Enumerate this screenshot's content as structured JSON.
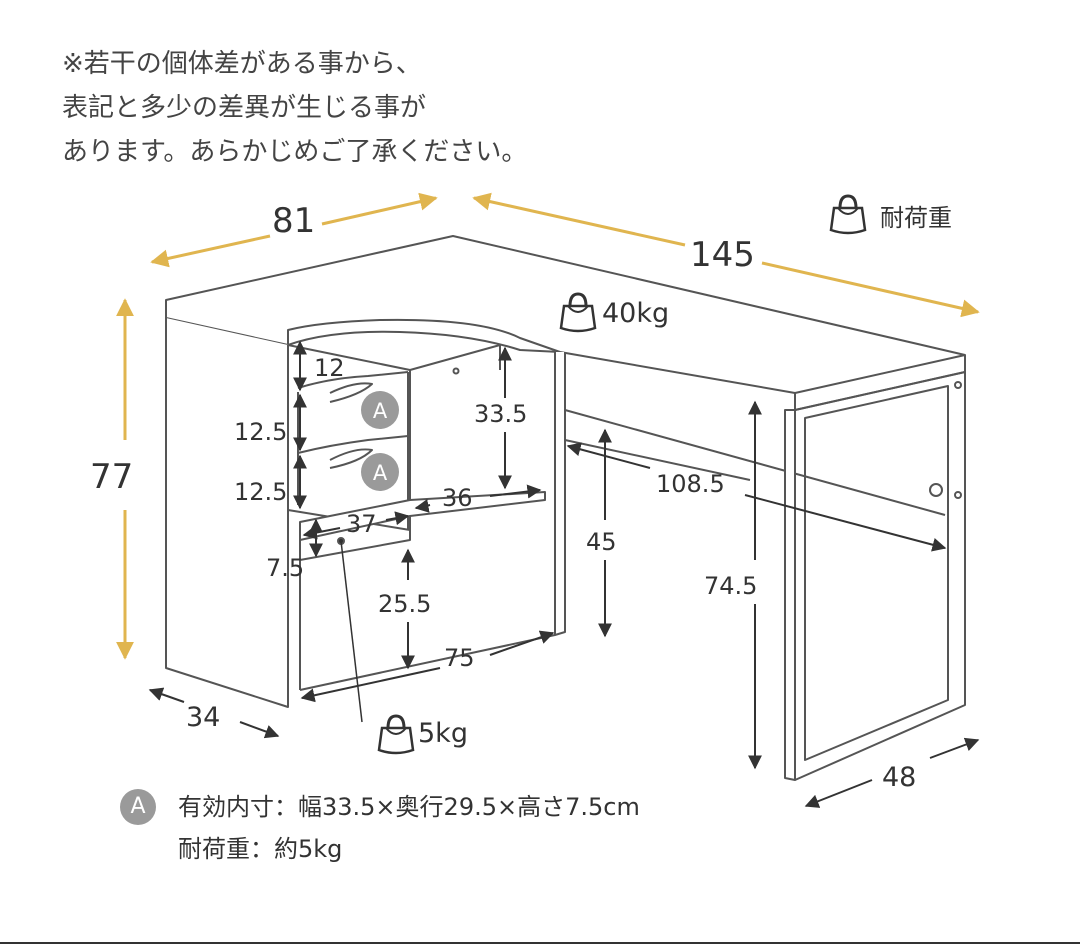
{
  "note": {
    "line1": "※若干の個体差がある事から、",
    "line2": "表記と多少の差異が生じる事が",
    "line3": "あります。あらかじめご了承ください。"
  },
  "load_legend": "耐荷重",
  "loads": {
    "top": "40kg",
    "shelf": "5kg"
  },
  "dims": {
    "width_left": "81",
    "width_right": "145",
    "height_total": "77",
    "depth_left": "34",
    "depth_right": "48",
    "drawer_top_gap": "12",
    "drawer1": "12.5",
    "drawer2": "12.5",
    "shelf_height_upper": "33.5",
    "shelf_width": "36",
    "drawer_width": "37",
    "shelf_thickness": "7.5",
    "under_shelf": "25.5",
    "inner_width": "75",
    "leg_clearance": "45",
    "right_span": "108.5",
    "right_height": "74.5"
  },
  "drawer_badge": "A",
  "footer": {
    "badge": "A",
    "line1": "有効内寸：幅33.5×奥行29.5×高さ7.5cm",
    "line2": "耐荷重：約5kg"
  },
  "colors": {
    "accent": "#e0b54f",
    "line": "#333333",
    "badge": "#9a9a9a"
  }
}
